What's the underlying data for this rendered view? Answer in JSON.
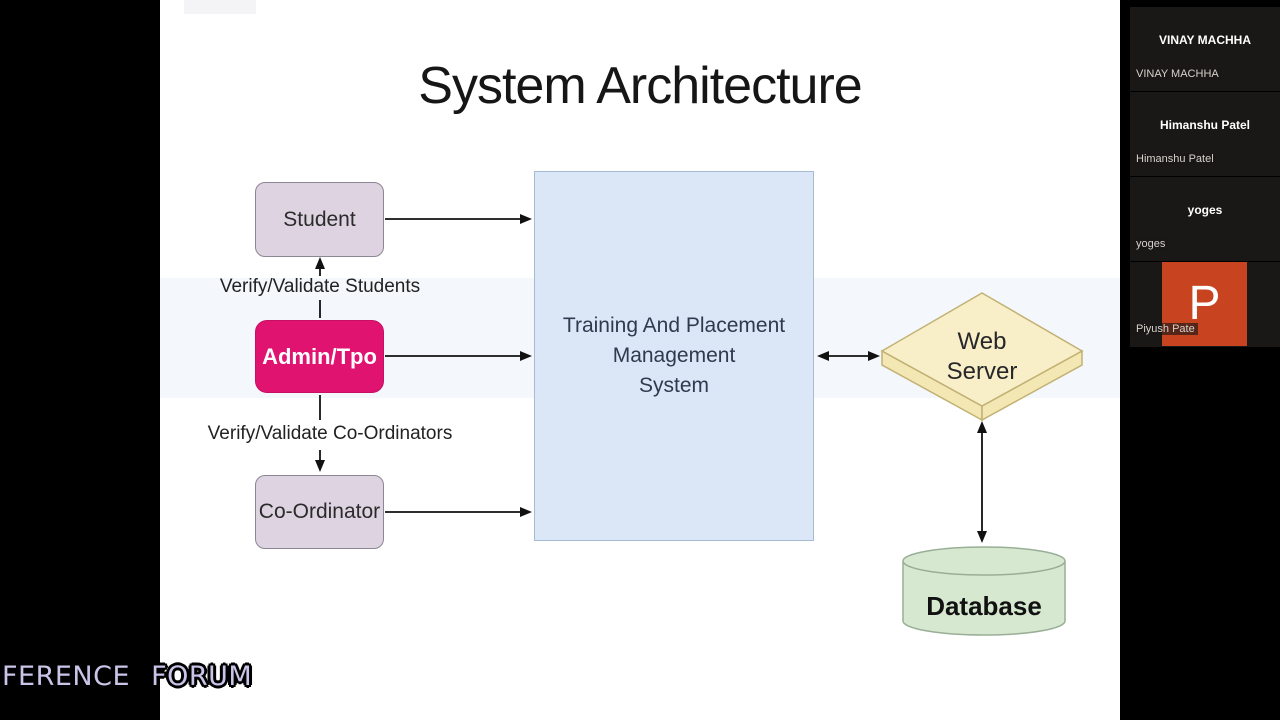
{
  "slide": {
    "title": "System Architecture",
    "nodes": {
      "student": "Student",
      "admin_tpo": "Admin/Tpo",
      "coordinator": "Co-Ordinator",
      "system_lines": [
        "Training And Placement",
        "Management",
        "System"
      ],
      "web_server_lines": [
        "Web",
        "Server"
      ],
      "database": "Database"
    },
    "edge_labels": {
      "verify_students": "Verify/Validate Students",
      "verify_coordinators": "Verify/Validate Co-Ordinators"
    },
    "colors": {
      "student_fill": "#ddd3e1",
      "admin_fill": "#e01370",
      "system_fill": "#dbe7f7",
      "web_server_fill": "#f8efc9",
      "database_fill": "#d7e8d1",
      "arrow": "#111111"
    }
  },
  "watermark": {
    "text": "FERENCE FORUM"
  },
  "participants_panel": {
    "tiles": [
      {
        "display_name": "VINAY MACHHA",
        "label": "VINAY MACHHA"
      },
      {
        "display_name": "Himanshu Patel",
        "label": "Himanshu Patel"
      },
      {
        "display_name": "yoges",
        "label": "yoges"
      },
      {
        "display_name": "",
        "label": "Piyush Pate",
        "icon": "powerpoint-logo",
        "icon_letter": "P"
      }
    ],
    "powerpoint_color": "#c8431f"
  }
}
